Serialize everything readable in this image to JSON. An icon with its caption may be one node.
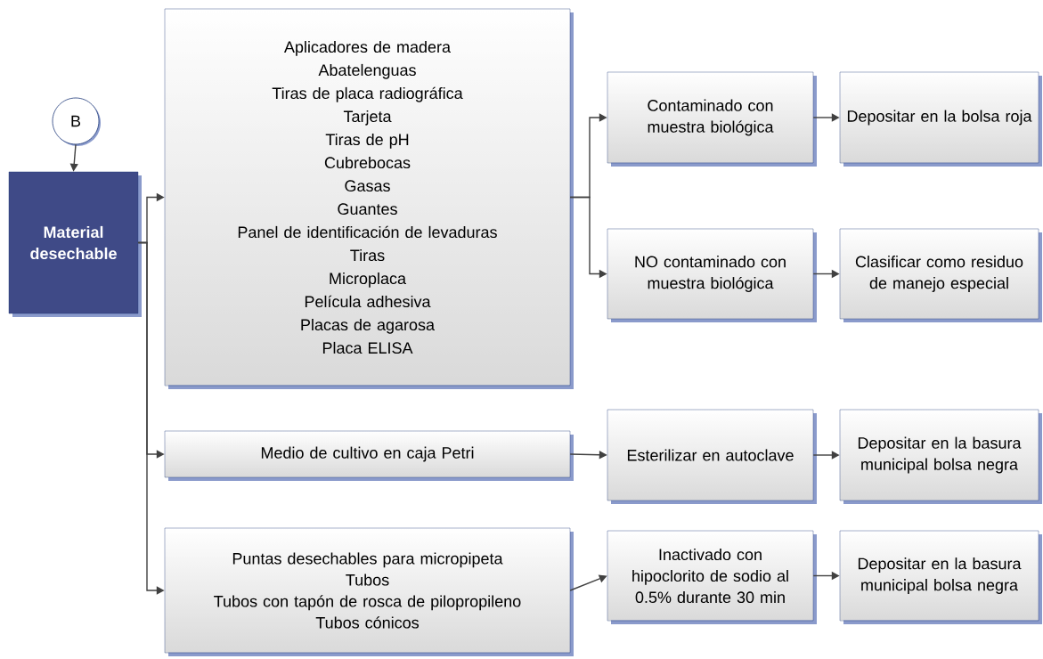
{
  "diagram": {
    "nodes": [
      {
        "text": [
          "B"
        ]
      },
      {
        "text": [
          "Material desechable"
        ]
      },
      {
        "text": [
          "Aplicadores de madera",
          "Abatelenguas",
          "Tiras de placa radiográfica",
          "Tarjeta",
          "Tiras de pH",
          "Cubrebocas",
          "Gasas",
          "Guantes",
          "Panel de identificación de levaduras",
          "Tiras",
          "Microplaca",
          "Película adhesiva",
          "Placas de agarosa",
          "Placa ELISA"
        ]
      },
      {
        "text": [
          "Contaminado con muestra biológica"
        ]
      },
      {
        "text": [
          "Depositar en la bolsa roja"
        ]
      },
      {
        "text": [
          "NO contaminado con muestra biológica"
        ]
      },
      {
        "text": [
          "Clasificar como residuo de manejo especial"
        ]
      },
      {
        "text": [
          "Medio de cultivo en caja Petri"
        ]
      },
      {
        "text": [
          "Esterilizar en autoclave"
        ]
      },
      {
        "text": [
          "Depositar en la basura municipal bolsa negra"
        ]
      },
      {
        "text": [
          "Puntas desechables para micropipeta",
          "Tubos",
          "Tubos con tapón de rosca de pilopropileno",
          "Tubos cónicos"
        ]
      },
      {
        "text": [
          "Inactivado con hipoclorito de sodio al 0.5% durante 30 min"
        ]
      },
      {
        "text": [
          "Depositar en la basura municipal bolsa negra"
        ]
      }
    ],
    "edges": [
      {
        "from": 0,
        "to": 1,
        "arrow": "to"
      },
      {
        "from": 1,
        "to": 2,
        "arrow": "to"
      },
      {
        "from": 1,
        "to": 7,
        "arrow": "to"
      },
      {
        "from": 1,
        "to": 10,
        "arrow": "to"
      },
      {
        "from": 2,
        "to": 3,
        "arrow": "to"
      },
      {
        "from": 2,
        "to": 5,
        "arrow": "to"
      },
      {
        "from": 3,
        "to": 4,
        "arrow": "to"
      },
      {
        "from": 5,
        "to": 6,
        "arrow": "to"
      },
      {
        "from": 7,
        "to": 8,
        "arrow": "to"
      },
      {
        "from": 8,
        "to": 9,
        "arrow": "to"
      },
      {
        "from": 10,
        "to": 11,
        "arrow": "to"
      },
      {
        "from": 11,
        "to": 12,
        "arrow": "to"
      }
    ]
  }
}
